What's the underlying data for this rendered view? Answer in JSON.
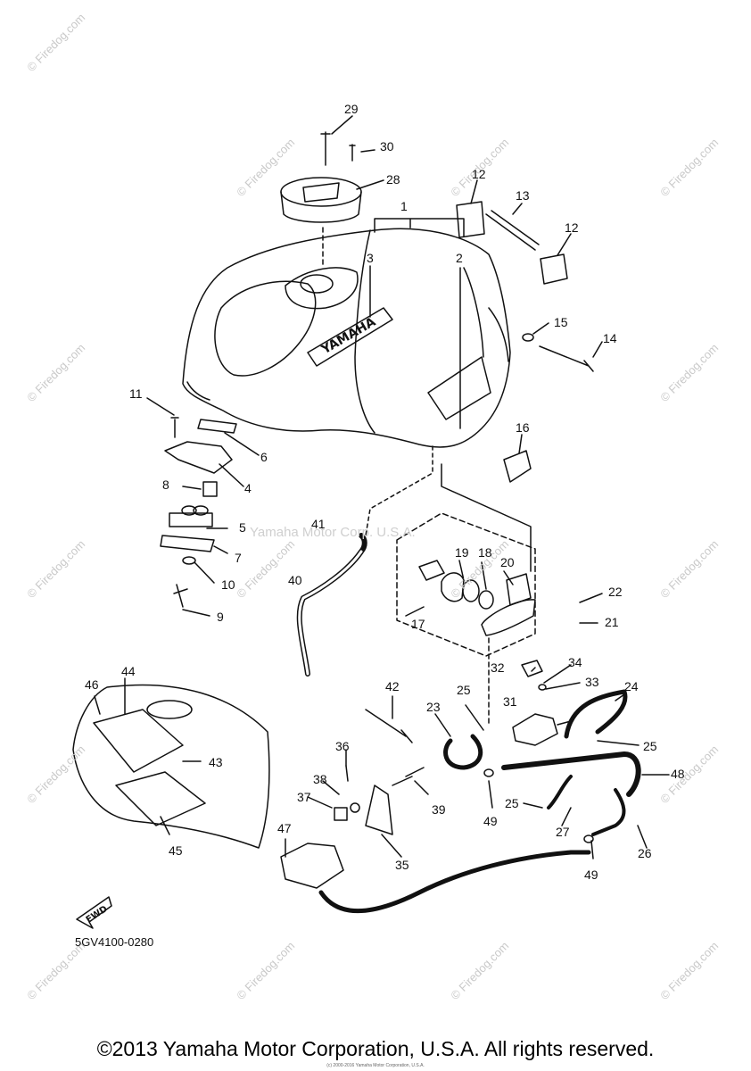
{
  "diagram": {
    "drawing_code": "5GV4100-0280",
    "fwd_label": "FWD",
    "tank_emblem": "YAMAHA",
    "callouts": [
      "1",
      "2",
      "3",
      "4",
      "5",
      "6",
      "7",
      "8",
      "9",
      "10",
      "11",
      "12",
      "12",
      "13",
      "14",
      "15",
      "16",
      "17",
      "18",
      "19",
      "20",
      "21",
      "22",
      "23",
      "24",
      "25",
      "25",
      "25",
      "26",
      "27",
      "28",
      "29",
      "30",
      "31",
      "32",
      "33",
      "34",
      "35",
      "36",
      "37",
      "38",
      "39",
      "40",
      "41",
      "42",
      "43",
      "44",
      "45",
      "46",
      "47",
      "48",
      "49",
      "49"
    ]
  },
  "watermarks": {
    "firedog": "© Firedog.com",
    "center": "Yamaha Motor Corp. U.S.A."
  },
  "footer": {
    "copyright": "©2013 Yamaha Motor Corporation, U.S.A. All rights reserved.",
    "fine_print": "(c) 2000-2016 Yamaha Motor Corporation, U.S.A."
  }
}
